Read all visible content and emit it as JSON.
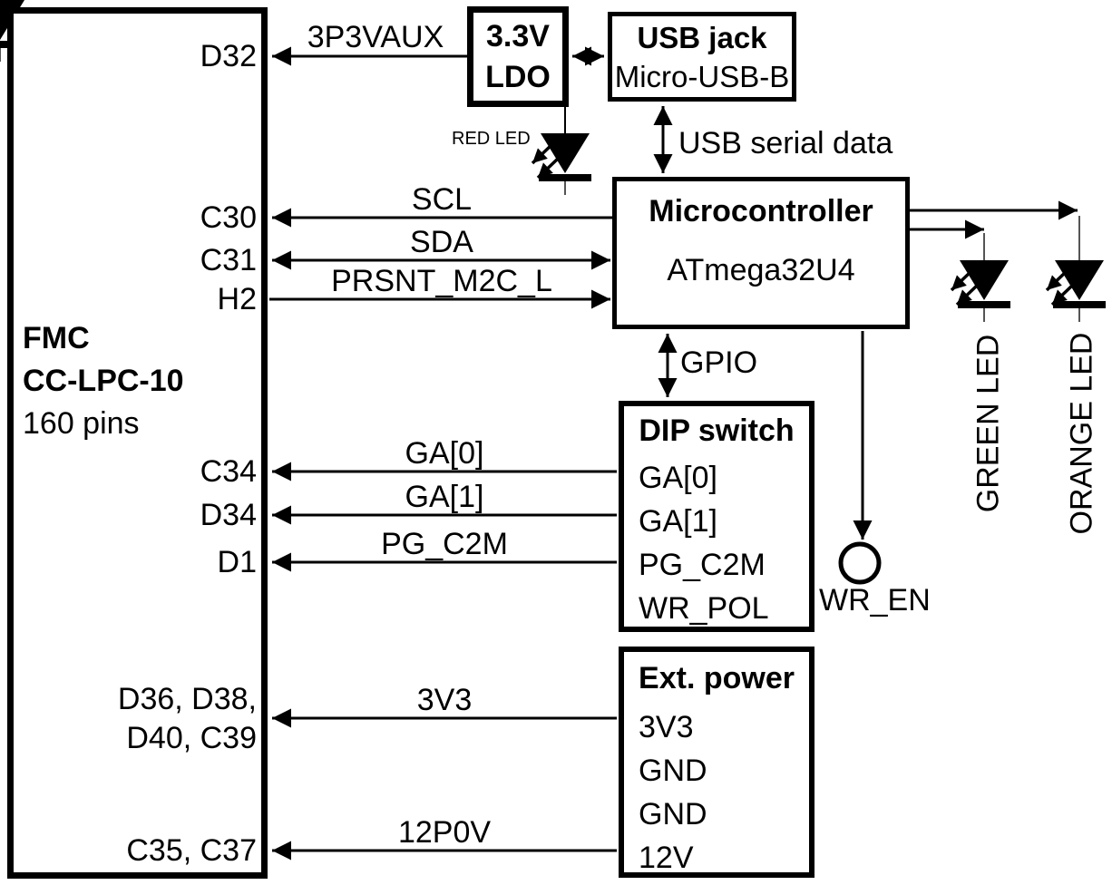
{
  "diagram": {
    "fmc": {
      "title_line1": "FMC",
      "title_line2": "CC-LPC-10",
      "title_line3": "160 pins",
      "pin_d32": "D32",
      "pin_c30": "C30",
      "pin_c31": "C31",
      "pin_h2": "H2",
      "pin_c34": "C34",
      "pin_d34": "D34",
      "pin_d1": "D1",
      "pin_3v3_line1": "D36, D38,",
      "pin_3v3_line2": "D40, C39",
      "pin_12v": "C35, C37"
    },
    "ldo": {
      "line1": "3.3V",
      "line2": "LDO"
    },
    "usb_jack": {
      "title": "USB jack",
      "subtitle": "Micro-USB-B"
    },
    "mcu": {
      "title": "Microcontroller",
      "subtitle": "ATmega32U4"
    },
    "dip_switch": {
      "title": "DIP switch",
      "rows": [
        "GA[0]",
        "GA[1]",
        "PG_C2M",
        "WR_POL"
      ]
    },
    "ext_power": {
      "title": "Ext. power",
      "rows": [
        "3V3",
        "GND",
        "GND",
        "12V"
      ]
    },
    "nets": {
      "aux": "3P3VAUX",
      "usb_serial": "USB serial data",
      "scl": "SCL",
      "sda": "SDA",
      "prsnt": "PRSNT_M2C_L",
      "gpio": "GPIO",
      "ga0": "GA[0]",
      "ga1": "GA[1]",
      "pg_c2m": "PG_C2M",
      "v3": "3V3",
      "v12": "12P0V"
    },
    "leds": {
      "red": "RED LED",
      "green": "GREEN LED",
      "orange": "ORANGE LED"
    },
    "button": {
      "label": "WR_EN"
    },
    "colors": {
      "ink": "#000000",
      "background": "#ffffff"
    }
  }
}
